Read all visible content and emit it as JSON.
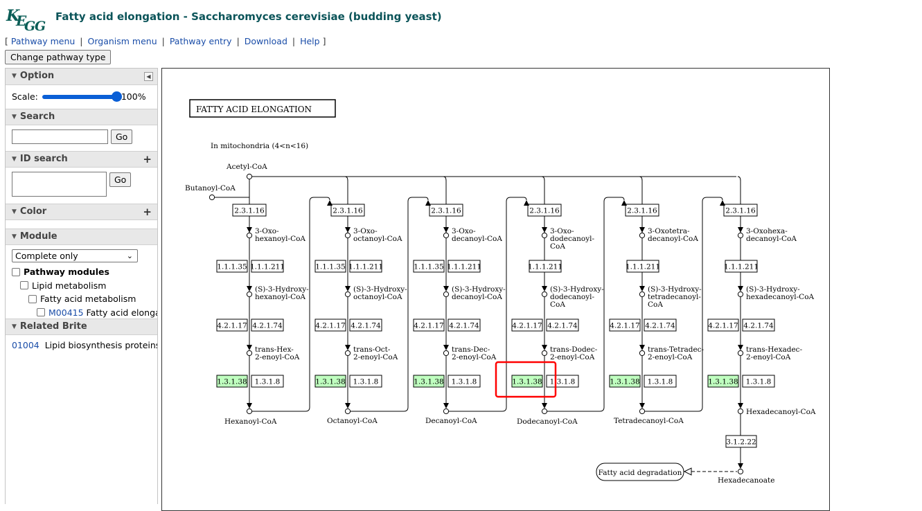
{
  "header": {
    "title": "Fatty acid elongation - Saccharomyces cerevisiae (budding yeast)",
    "logo_text": "KEGG"
  },
  "nav": {
    "open_bracket": "[",
    "close_bracket": "]",
    "separator": "|",
    "links": [
      "Pathway menu",
      "Organism menu",
      "Pathway entry",
      "Download",
      "Help"
    ]
  },
  "change_button": "Change pathway type",
  "sidebar": {
    "option": {
      "title": "Option",
      "scale_label": "Scale:",
      "scale_value": "100%",
      "scale_fraction": 1.0
    },
    "search": {
      "title": "Search",
      "go": "Go"
    },
    "id_search": {
      "title": "ID search",
      "go": "Go"
    },
    "color": {
      "title": "Color"
    },
    "module": {
      "title": "Module",
      "selected": "Complete only",
      "pathway_modules": "Pathway modules",
      "lipid_metabolism": "Lipid metabolism",
      "fatty_acid_metabolism": "Fatty acid metabolism",
      "module_id": "M00415",
      "module_name": "Fatty acid elongation in endoplasmic reticulum"
    },
    "brite": {
      "title": "Related Brite",
      "id": "01004",
      "name": "Lipid biosynthesis proteins"
    }
  },
  "map": {
    "title": "FATTY ACID ELONGATION",
    "subtitle": "In mitochondria (4<n<16)",
    "acetyl": "Acetyl-CoA",
    "butanoyl": "Butanoyl-CoA",
    "columns": [
      {
        "ketoacyl": [
          "3-Oxo-",
          "hexanoyl-CoA"
        ],
        "reductases": [
          "1.1.1.35",
          "1.1.1.211"
        ],
        "hydroxyacyl": [
          "(S)-3-Hydroxy-",
          "hexanoyl-CoA"
        ],
        "enoyl": [
          "trans-Hex-",
          "2-enoyl-CoA"
        ],
        "product": "Hexanoyl-CoA",
        "thiolase": "2.3.1.16",
        "dehydratases": [
          "4.2.1.17",
          "4.2.1.74"
        ],
        "enoyl_reductases": [
          "1.3.1.38",
          "1.3.1.8"
        ]
      },
      {
        "ketoacyl": [
          "3-Oxo-",
          "octanoyl-CoA"
        ],
        "reductases": [
          "1.1.1.35",
          "1.1.1.211"
        ],
        "hydroxyacyl": [
          "(S)-3-Hydroxy-",
          "octanoyl-CoA"
        ],
        "enoyl": [
          "trans-Oct-",
          "2-enoyl-CoA"
        ],
        "product": "Octanoyl-CoA",
        "thiolase": "2.3.1.16",
        "dehydratases": [
          "4.2.1.17",
          "4.2.1.74"
        ],
        "enoyl_reductases": [
          "1.3.1.38",
          "1.3.1.8"
        ]
      },
      {
        "ketoacyl": [
          "3-Oxo-",
          "decanoyl-CoA"
        ],
        "reductases": [
          "1.1.1.35",
          "1.1.1.211"
        ],
        "hydroxyacyl": [
          "(S)-3-Hydroxy-",
          "decanoyl-CoA"
        ],
        "enoyl": [
          "trans-Dec-",
          "2-enoyl-CoA"
        ],
        "product": "Decanoyl-CoA",
        "thiolase": "2.3.1.16",
        "dehydratases": [
          "4.2.1.17",
          "4.2.1.74"
        ],
        "enoyl_reductases": [
          "1.3.1.38",
          "1.3.1.8"
        ]
      },
      {
        "ketoacyl": [
          "3-Oxo-",
          "dodecanoyl-",
          "CoA"
        ],
        "reductases": [
          "1.1.1.211"
        ],
        "hydroxyacyl": [
          "(S)-3-Hydroxy-",
          "dodecanoyl-",
          "CoA"
        ],
        "enoyl": [
          "trans-Dodec-",
          "2-enoyl-CoA"
        ],
        "product": "Dodecanoyl-CoA",
        "thiolase": "2.3.1.16",
        "dehydratases": [
          "4.2.1.17",
          "4.2.1.74"
        ],
        "enoyl_reductases": [
          "1.3.1.38",
          "1.3.1.8"
        ]
      },
      {
        "ketoacyl": [
          "3-Oxotetra-",
          "decanoyl-CoA"
        ],
        "reductases": [
          "1.1.1.211"
        ],
        "hydroxyacyl": [
          "(S)-3-Hydroxy-",
          "tetradecanoyl-",
          "CoA"
        ],
        "enoyl": [
          "trans-Tetradec-",
          "2-enoyl-CoA"
        ],
        "product": "Tetradecanoyl-CoA",
        "thiolase": "2.3.1.16",
        "dehydratases": [
          "4.2.1.17",
          "4.2.1.74"
        ],
        "enoyl_reductases": [
          "1.3.1.38",
          "1.3.1.8"
        ]
      },
      {
        "ketoacyl": [
          "3-Oxohexa-",
          "decanoyl-CoA"
        ],
        "reductases": [
          "1.1.1.211"
        ],
        "hydroxyacyl": [
          "(S)-3-Hydroxy-",
          "hexadecanoyl-CoA"
        ],
        "enoyl": [
          "trans-Hexadec-",
          "2-enoyl-CoA"
        ],
        "product": "Hexadecanoyl-CoA",
        "thiolase": "2.3.1.16",
        "dehydratases": [
          "4.2.1.17",
          "4.2.1.74"
        ],
        "enoyl_reductases": [
          "1.3.1.38",
          "1.3.1.8"
        ]
      }
    ],
    "hydrolase": "3.1.2.22",
    "final_product": "Hexadecanoate",
    "degradation": "Fatty acid degradation",
    "colors": {
      "highlight_green": "#bfffbf",
      "selection_red": "#ff0000"
    }
  }
}
